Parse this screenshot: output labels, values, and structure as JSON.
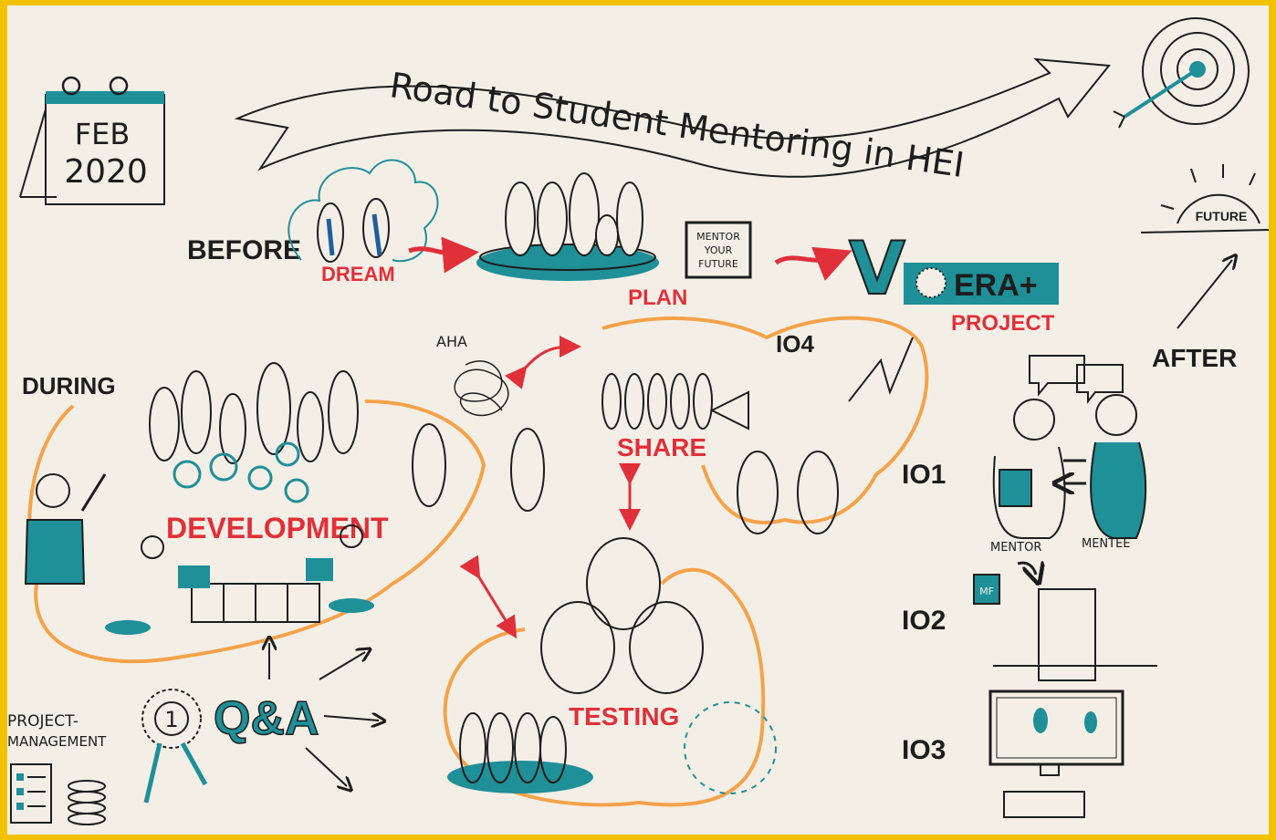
{
  "calendar": {
    "month": "FEB",
    "year": "2020"
  },
  "banner": {
    "title": "Road to Student Mentoring in HEI"
  },
  "phases": {
    "before": "BEFORE",
    "during": "DURING",
    "after": "AFTER"
  },
  "stages": {
    "dream": "DREAM",
    "plan": "PLAN",
    "share": "SHARE",
    "development": "DEVELOPMENT",
    "testing": "TESTING",
    "project": "PROJECT",
    "aha": "AHA"
  },
  "sign": {
    "line1": "MENTOR",
    "line2": "YOUR",
    "line3": "FUTURE"
  },
  "erasmus": {
    "check": "V",
    "text": "ERA+"
  },
  "future": {
    "label": "FUTURE"
  },
  "outputs": {
    "io1": "IO1",
    "io2": "IO2",
    "io3": "IO3",
    "io4": "IO4"
  },
  "roles": {
    "mentor": "MENTOR",
    "mentee": "MENTEE"
  },
  "qa": {
    "label": "Q&A",
    "badge": "1"
  },
  "management": {
    "line1": "PROJECT-",
    "line2": "MANAGEMENT"
  },
  "logo_small": {
    "text": "MF"
  },
  "colors": {
    "yellow_frame": "#f2c200",
    "paper": "#f4efe6",
    "teal": "#1f8f98",
    "red": "#e0303a",
    "orange": "#f5a24a",
    "ink": "#1d1d1d"
  }
}
